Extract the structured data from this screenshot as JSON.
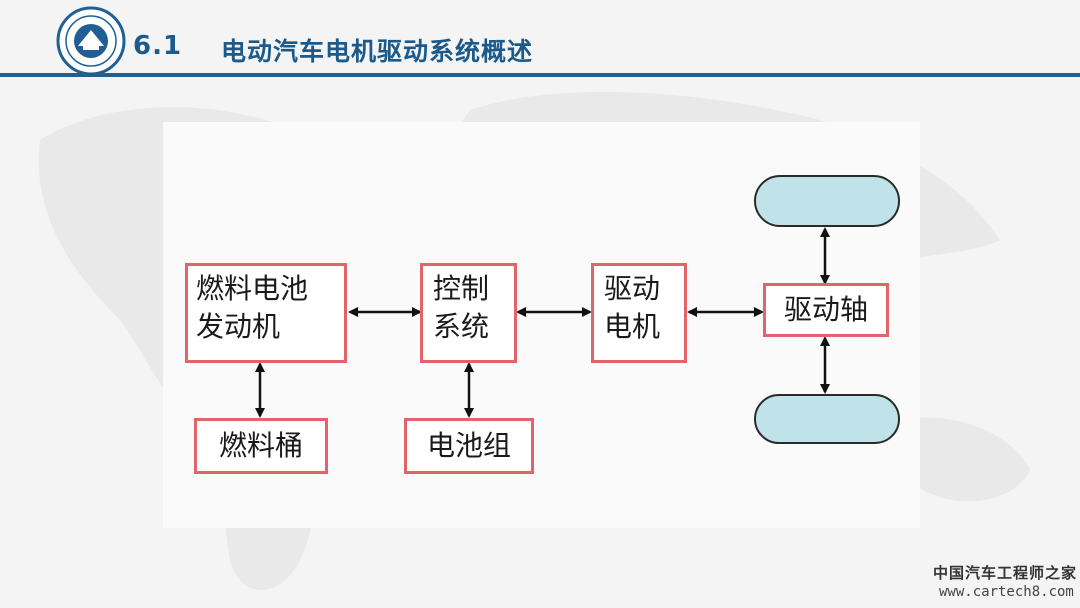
{
  "header": {
    "section_number": "6.1",
    "section_title": "电动汽车电机驱动系统概述"
  },
  "diagram": {
    "nodes": {
      "fuel_cell_engine": {
        "line1": "燃料电池",
        "line2": "发动机"
      },
      "fuel_tank": {
        "label": "燃料桶"
      },
      "control_system": {
        "line1": "控制",
        "line2": "系统"
      },
      "battery_pack": {
        "label": "电池组"
      },
      "drive_motor": {
        "line1": "驱动",
        "line2": "电机"
      },
      "drive_shaft": {
        "label": "驱动轴"
      }
    },
    "colors": {
      "box_border": "#e0646a",
      "wheel_fill": "#bfe3e8",
      "title": "#1b5a8a",
      "rule": "#1f5f93"
    }
  },
  "watermark": {
    "site_name": "中国汽车工程师之家",
    "url": "www.cartech8.com"
  }
}
